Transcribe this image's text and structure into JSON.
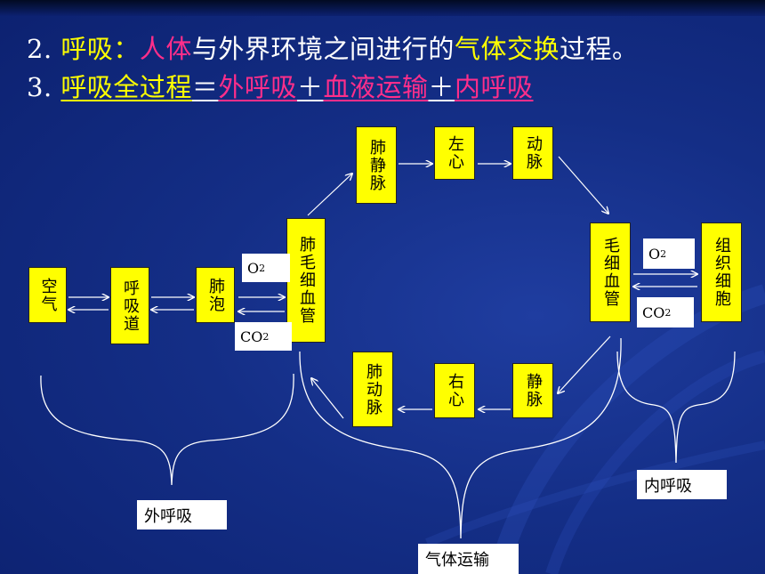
{
  "heading": {
    "line2": {
      "num": "2.",
      "t1": "呼吸：",
      "t2": "人体",
      "t3": "与外界环境之间进行的",
      "t4": "气体交换",
      "t5": "过程。"
    },
    "line3": {
      "num": "3.",
      "t1": "呼吸全过程",
      "t2": "＝",
      "t3": "外呼吸",
      "t4": "＋",
      "t5": "血液运输",
      "t6": "＋",
      "t7": "内呼吸"
    }
  },
  "nodes": {
    "air": "空气",
    "airway": "呼吸道",
    "alveolus": "肺泡",
    "pulm_capillary": "肺毛细血管",
    "pulm_vein": "肺静脉",
    "left_heart": "左心",
    "artery": "动脉",
    "tissue_capillary": "毛细血管",
    "tissue_cell": "组织细胞",
    "vein": "静脉",
    "right_heart": "右心",
    "pulm_artery": "肺动脉"
  },
  "gases": {
    "o2_main": "O",
    "o2_sub": "2",
    "co2_main": "CO",
    "co2_sub": "2"
  },
  "stages": {
    "external": "外呼吸",
    "transport": "气体运输",
    "internal": "内呼吸"
  }
}
